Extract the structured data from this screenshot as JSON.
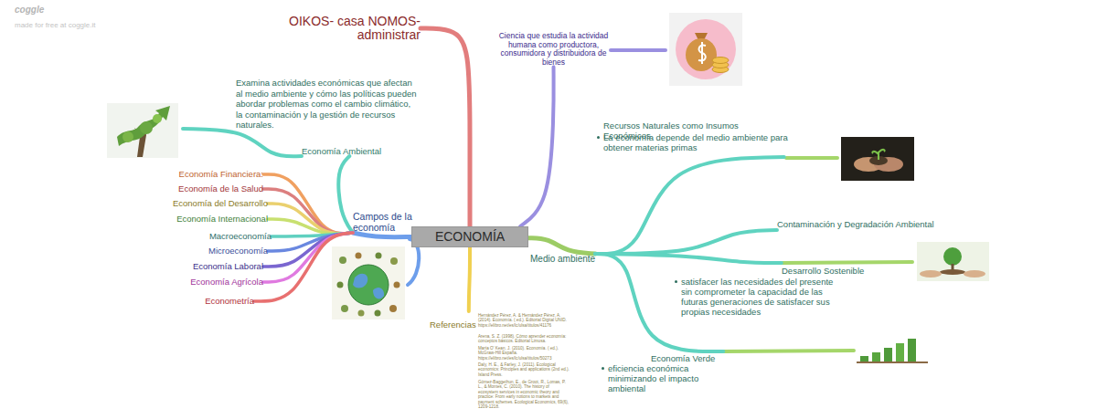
{
  "diagram": {
    "nodes": [
      {
        "text": [
          "ECONOMÍA"
        ]
      },
      {
        "text": [
          "OIKOS- casa NOMOS- administrar"
        ]
      },
      {
        "text": [
          "Ciencia que estudia la actividad humana como productora, consumidora y distribuidora de bienes"
        ]
      },
      {
        "text": [
          "Campos de la economía"
        ]
      },
      {
        "text": [
          "Economía Ambiental"
        ]
      },
      {
        "text": [
          "Examina actividades económicas que afectan al medio ambiente y cómo las políticas pueden abordar problemas como el cambio climático, la contaminación y la gestión de recursos naturales."
        ]
      },
      {
        "text": [
          "Economía Financiera:"
        ]
      },
      {
        "text": [
          "Economía de la Salud"
        ]
      },
      {
        "text": [
          "Economía del Desarrollo"
        ]
      },
      {
        "text": [
          "Economía Internacional"
        ]
      },
      {
        "text": [
          "Macroeconomía"
        ]
      },
      {
        "text": [
          "Microeconomía"
        ]
      },
      {
        "text": [
          "Economía Laboral"
        ]
      },
      {
        "text": [
          "Economía Agrícola"
        ]
      },
      {
        "text": [
          "Econometría"
        ]
      },
      {
        "text": [
          "Medio ambiente"
        ]
      },
      {
        "text": [
          "Recursos Naturales como Insumos Económicos",
          "La economía depende del medio ambiente para obtener materias primas"
        ]
      },
      {
        "text": [
          "Contaminación y Degradación Ambiental"
        ]
      },
      {
        "text": [
          "Desarrollo Sostenible",
          "satisfacer las necesidades del presente sin comprometer la capacidad de las futuras generaciones de satisfacer sus propias necesidades"
        ]
      },
      {
        "text": [
          "Economía Verde",
          "eficiencia económica minimizando el impacto ambiental"
        ]
      },
      {
        "text": [
          "Referencias",
          "Hernández Pérez, A. & Hernández Pérez, A. (2014). Economía. ( ed.). Editorial Digital UNID. https://elibro.net/es/lc/ulsa/titulos/41176",
          "Arena, S. Z. (1998). Cómo aprender economía: conceptos básicos. Editorial Limusa.",
          "María O' Kean, J. (2010). Economía. ( ed.). McGraw-Hill España. https://elibro.net/es/lc/ulsa/titulos/50273",
          "Daly, H. E., & Farley, J. (2011). Ecological economics: Principles and applications (2nd ed.). Island Press.",
          "Gómez-Baggethun, E., de Groot, R., Lomas, P. L., & Montes, C. (2010). The history of ecosystem services in economic theory and practice: From early notions to markets and payment schemes. Ecological Economics, 69(6), 1209-1218."
        ]
      }
    ],
    "edges": [
      {
        "from": 0,
        "to": 1,
        "arrow": "none"
      },
      {
        "from": 0,
        "to": 2,
        "arrow": "none"
      },
      {
        "from": 0,
        "to": 3,
        "arrow": "none"
      },
      {
        "from": 3,
        "to": 4,
        "arrow": "none"
      },
      {
        "from": 4,
        "to": 5,
        "arrow": "none"
      },
      {
        "from": 3,
        "to": 6,
        "arrow": "none"
      },
      {
        "from": 3,
        "to": 7,
        "arrow": "none"
      },
      {
        "from": 3,
        "to": 8,
        "arrow": "none"
      },
      {
        "from": 3,
        "to": 9,
        "arrow": "none"
      },
      {
        "from": 3,
        "to": 10,
        "arrow": "none"
      },
      {
        "from": 3,
        "to": 11,
        "arrow": "none"
      },
      {
        "from": 3,
        "to": 12,
        "arrow": "none"
      },
      {
        "from": 3,
        "to": 13,
        "arrow": "none"
      },
      {
        "from": 3,
        "to": 14,
        "arrow": "none"
      },
      {
        "from": 0,
        "to": 15,
        "arrow": "none"
      },
      {
        "from": 15,
        "to": 16,
        "arrow": "none"
      },
      {
        "from": 15,
        "to": 17,
        "arrow": "none"
      },
      {
        "from": 15,
        "to": 18,
        "arrow": "none"
      },
      {
        "from": 15,
        "to": 19,
        "arrow": "none"
      },
      {
        "from": 0,
        "to": 20,
        "arrow": "none"
      }
    ],
    "labels": [
      "coggle",
      "made for free at coggle.it"
    ]
  }
}
